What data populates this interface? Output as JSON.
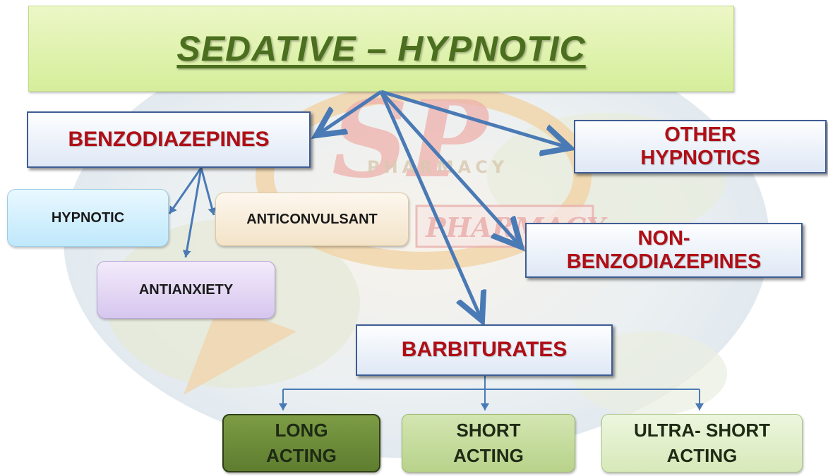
{
  "title": "SEDATIVE – HYPNOTIC",
  "watermark": {
    "logo_text": "SP",
    "ring_text": "PHARMACY",
    "banner_text": "PHARMACY"
  },
  "nodes": {
    "benzodiazepines": "BENZODIAZEPINES",
    "other_hypnotics": [
      "OTHER",
      "HYPNOTICS"
    ],
    "non_benzodiazepines": [
      "NON-",
      "BENZODIAZEPINES"
    ],
    "barbiturates": "BARBITURATES",
    "hypnotic": "HYPNOTIC",
    "anticonvulsant": "ANTICONVULSANT",
    "antianxiety": "ANTIANXIETY",
    "long_acting": [
      "LONG",
      "ACTING"
    ],
    "short_acting": [
      "SHORT",
      "ACTING"
    ],
    "ultra_short_acting": [
      "ULTRA- SHORT",
      "ACTING"
    ]
  },
  "colors": {
    "title_fill": "#dcf0a8",
    "title_text": "#4b6f1f",
    "category_text": "#b00e16",
    "category_border": "#3f5d94",
    "arrow": "#4a7ab5",
    "long_acting_fill": "#6e8f3a",
    "short_acting_fill": "#c7dda2",
    "ultra_short_fill": "#e4f0cf"
  }
}
